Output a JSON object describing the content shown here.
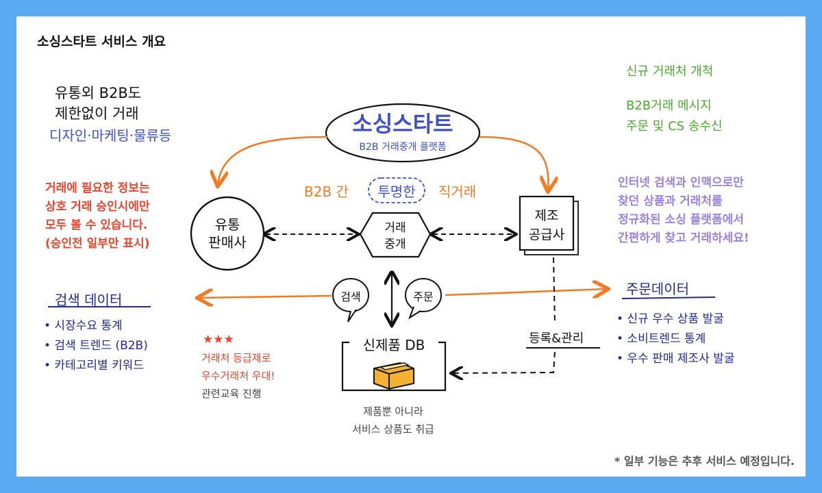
{
  "header": {
    "title": "소싱스타트 서비스 개요"
  },
  "platform": {
    "name": "소싱스타트",
    "subtitle": "B2B 거래중개 플랫폼"
  },
  "topleft_note": {
    "line1": "유통외 B2B도",
    "line2": "제한없이 거래",
    "line3": "디자인·마케팅·물류등"
  },
  "topright_note": {
    "line1": "신규 거래처 개척",
    "line2": "B2B거래 메시지",
    "line3": "주문 및 CS 송수신"
  },
  "left_info": {
    "lines": [
      "거래에 필요한 정보는",
      "상호 거래 승인시에만",
      "모두 볼 수 있습니다.",
      "(승인전 일부만 표시)"
    ]
  },
  "right_info": {
    "lines": [
      "인터넷 검색과 인맥으로만",
      "찾던 상품과 거래처를",
      "정규화된 소싱 플랫폼에서",
      "간편하게 찾고 거래하세요!"
    ]
  },
  "direct_trade": {
    "prefix": "B2B 간",
    "highlight": "투명한",
    "suffix": "직거래"
  },
  "nodes": {
    "distributor": {
      "line1": "유통",
      "line2": "판매사"
    },
    "broker": {
      "line1": "거래",
      "line2": "중개"
    },
    "manufacturer": {
      "line1": "제조",
      "line2": "공급사"
    },
    "search": "검색",
    "order": "주문",
    "db": "신제품 DB"
  },
  "register_label": "등록&관리",
  "db_note": {
    "line1": "제품뿐 아니라",
    "line2": "서비스 상품도 취급"
  },
  "search_data": {
    "title": "검색 데이터",
    "items": [
      "• 시장수요 통계",
      "• 검색 트렌드 (B2B)",
      "• 카테고리별 키워드"
    ]
  },
  "order_data": {
    "title": "주문데이터",
    "items": [
      "• 신규 우수 상품 발굴",
      "• 소비트렌드 통계",
      "• 우수 판매 제조사 발굴"
    ]
  },
  "grade_note": {
    "stars": "★★★",
    "line1": "거래처 등급제로",
    "line2": "우수거래처 우대!",
    "line3": "관련교육 진행"
  },
  "footnote": "* 일부 기능은 추후 서비스 예정입니다.",
  "colors": {
    "background": "#5aaaf2",
    "orange": "#f47a22",
    "red": "#e8452c",
    "green": "#4aaa2b",
    "purple": "#9b82e0",
    "navy": "#22279a",
    "platform_blue": "#3b4fd0"
  }
}
